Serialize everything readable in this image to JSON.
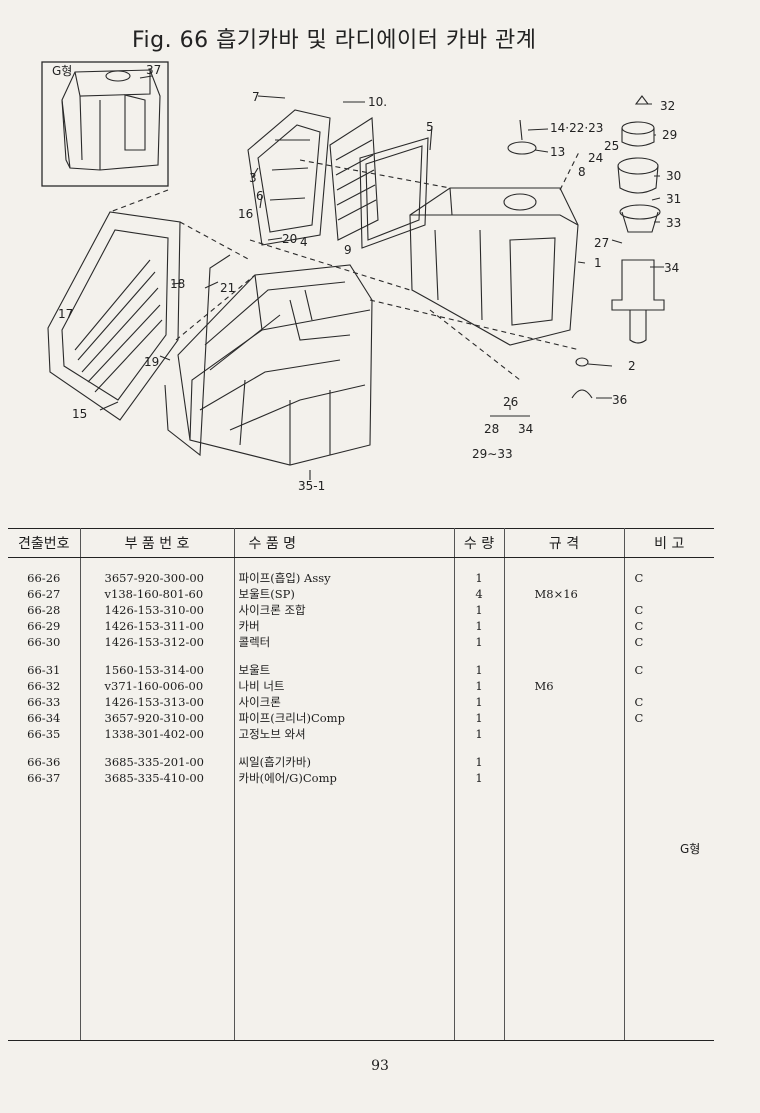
{
  "figure": {
    "title": "Fig. 66  흡기카바 및 라디에이터 카바 관계"
  },
  "diagram": {
    "inset_label": "G형",
    "callouts": [
      "37",
      "7",
      "10",
      "5",
      "32",
      "14·22·23",
      "29",
      "13",
      "25",
      "24",
      "8",
      "30",
      "31",
      "33",
      "3",
      "6",
      "16",
      "20",
      "4",
      "9",
      "27",
      "1",
      "34",
      "17",
      "18",
      "21",
      "2",
      "19",
      "36",
      "26",
      "28",
      "34",
      "29∼33",
      "15",
      "35-1"
    ]
  },
  "table": {
    "headers": [
      "견출번호",
      "부 품 번 호",
      "수 품 명",
      "수 량",
      "규 격",
      "비 고"
    ],
    "rows": [
      {
        "no": "66-26",
        "part": "3657-920-300-00",
        "name": "파이프(흡입) Assy",
        "qty": "1",
        "spec": "",
        "note": "C"
      },
      {
        "no": "66-27",
        "part": "v138-160-801-60",
        "name": "보울트(SP)",
        "qty": "4",
        "spec": "M8×16",
        "note": ""
      },
      {
        "no": "66-28",
        "part": "1426-153-310-00",
        "name": "사이크론 조합",
        "qty": "1",
        "spec": "",
        "note": "C"
      },
      {
        "no": "66-29",
        "part": "1426-153-311-00",
        "name": "카버",
        "qty": "1",
        "spec": "",
        "note": "C"
      },
      {
        "no": "66-30",
        "part": "1426-153-312-00",
        "name": "콜렉터",
        "qty": "1",
        "spec": "",
        "note": "C"
      },
      {
        "no": "66-31",
        "part": "1560-153-314-00",
        "name": "보울트",
        "qty": "1",
        "spec": "",
        "note": "C"
      },
      {
        "no": "66-32",
        "part": "v371-160-006-00",
        "name": "나비 너트",
        "qty": "1",
        "spec": "M6",
        "note": ""
      },
      {
        "no": "66-33",
        "part": "1426-153-313-00",
        "name": "사이크론",
        "qty": "1",
        "spec": "",
        "note": "C"
      },
      {
        "no": "66-34",
        "part": "3657-920-310-00",
        "name": "파이프(크리너)Comp",
        "qty": "1",
        "spec": "",
        "note": "C"
      },
      {
        "no": "66-35",
        "part": "1338-301-402-00",
        "name": "고정노브 와셔",
        "qty": "1",
        "spec": "",
        "note": ""
      },
      {
        "no": "66-36",
        "part": "3685-335-201-00",
        "name": "씨일(흡기카바)",
        "qty": "1",
        "spec": "",
        "note": ""
      },
      {
        "no": "66-37",
        "part": "3685-335-410-00",
        "name": "카바(에어/G)Comp",
        "qty": "1",
        "spec": "",
        "note": ""
      }
    ],
    "g_note": "G형"
  },
  "page_number": "93"
}
